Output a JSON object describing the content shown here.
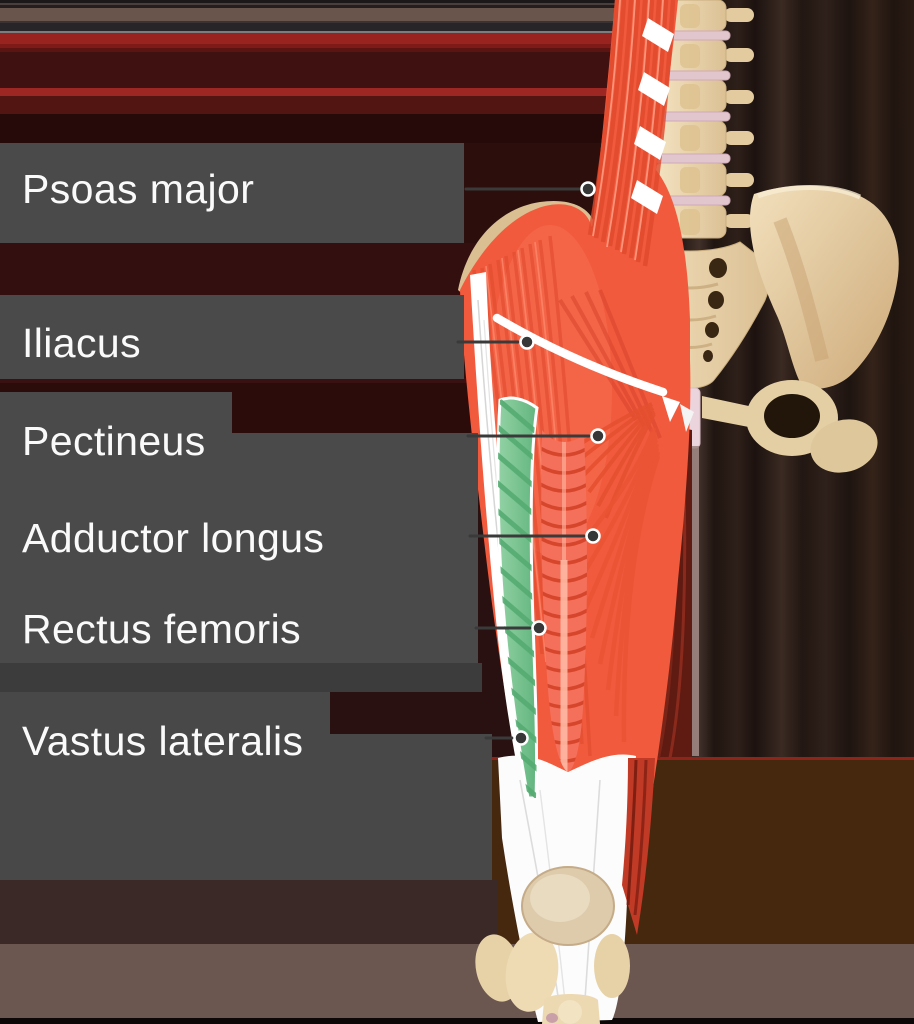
{
  "diagram": {
    "labels": [
      {
        "text": "Psoas major"
      },
      {
        "text": "Iliacus"
      },
      {
        "text": "Pectineus"
      },
      {
        "text": "Adductor longus"
      },
      {
        "text": "Rectus femoris"
      },
      {
        "text": "Vastus lateralis"
      }
    ],
    "colors": {
      "label_bar": "#4a4a4a",
      "label_text": "#fafafa",
      "leader_line": "#3a3a3a",
      "leader_dot_fill": "#373737",
      "leader_dot_ring": "#ffffff",
      "muscle_red": "#f15a3d",
      "highlight_green": "#7cc793",
      "bone": "#e9d6ae",
      "background_maroon": "#2c0f0d"
    }
  }
}
